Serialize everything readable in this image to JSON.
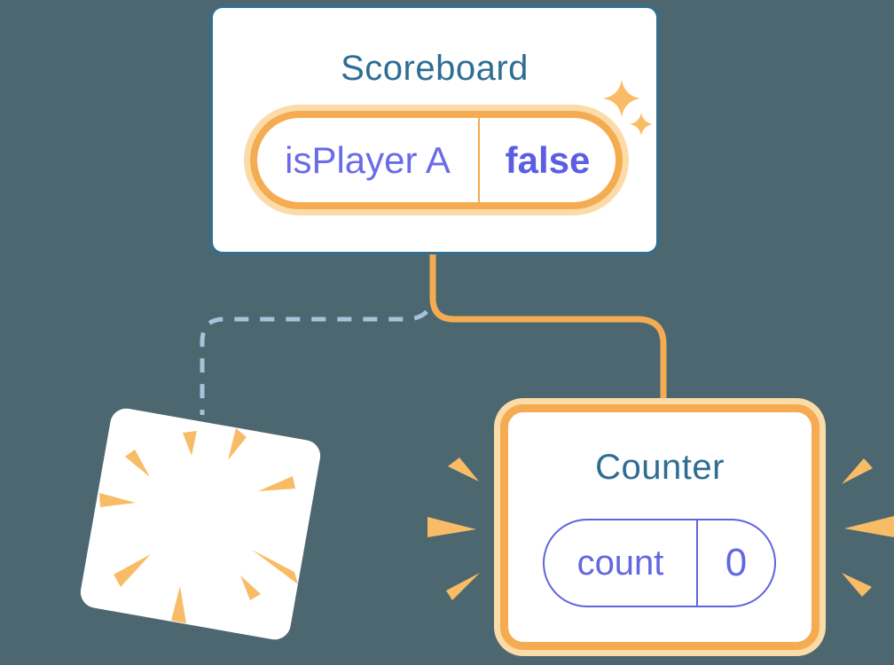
{
  "diagram": {
    "description": "React component-tree state diagram: Scoreboard keeps its state while one child is destroyed and a new Counter is created",
    "background_color": "#4d6771",
    "scoreboard": {
      "title": "Scoreboard",
      "state_pill": {
        "label": "isPlayer A",
        "value": "false",
        "highlighted": true
      }
    },
    "counter": {
      "title": "Counter",
      "state_pill": {
        "label": "count",
        "value": "0",
        "highlighted": false
      }
    },
    "destroyed_child": {
      "note": "removed component shown as tilted blank card with poof burst"
    },
    "connectors": {
      "solid": {
        "style": "solid",
        "from": "Scoreboard",
        "to": "Counter",
        "color": "#f5ab51"
      },
      "dashed": {
        "style": "dashed",
        "from": "Scoreboard",
        "to": "destroyed card",
        "color": "#a6c3db"
      }
    },
    "icons": [
      "sparkle-icon",
      "poof-burst-icon",
      "emphasis-marks-icon"
    ],
    "colors": {
      "card_background": "#ffffff",
      "card_border_teal": "#316f92",
      "title_teal": "#2e6e93",
      "accent_orange": "#f5ab51",
      "accent_orange_glow": "#fbdca8",
      "mark_orange": "#f8bc66",
      "state_purple": "#6467e2",
      "state_purple_bold": "#5b5ee3",
      "dashed_blue": "#a6c3db"
    }
  }
}
